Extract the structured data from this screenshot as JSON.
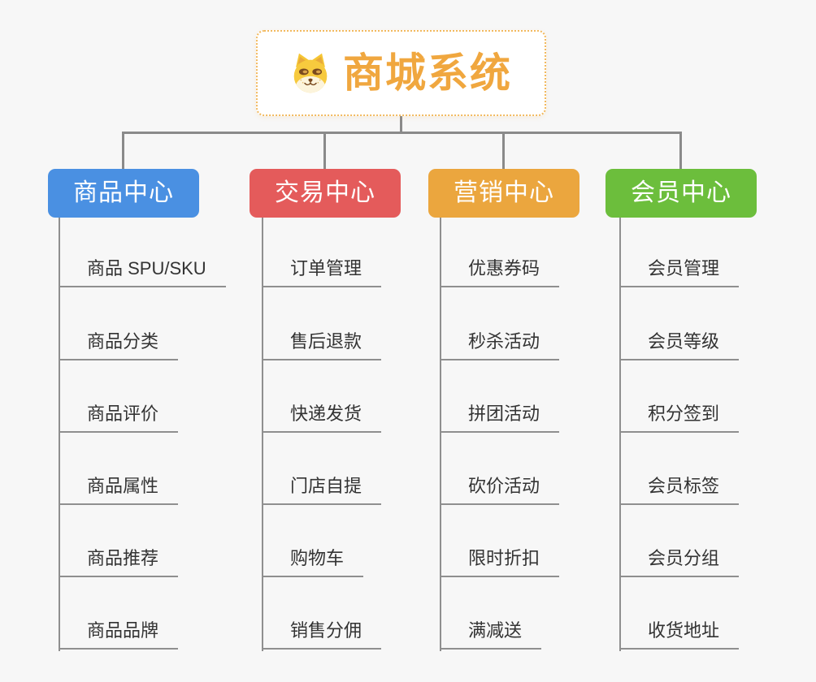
{
  "root": {
    "title": "商城系统",
    "icon": "dog-face-icon",
    "title_color": "#F0A73F",
    "border_color": "#F2B95E"
  },
  "palette": {
    "connector_color": "#8A8A8A",
    "underline_color": "#8F8F8F",
    "leaf_text_color": "#333333",
    "background_color": "#F7F7F7"
  },
  "columns": [
    {
      "id": "product-center",
      "label": "商品中心",
      "color": "#4A90E2",
      "items": [
        "商品 SPU/SKU",
        "商品分类",
        "商品评价",
        "商品属性",
        "商品推荐",
        "商品品牌"
      ]
    },
    {
      "id": "trade-center",
      "label": "交易中心",
      "color": "#E45B5B",
      "items": [
        "订单管理",
        "售后退款",
        "快递发货",
        "门店自提",
        "购物车",
        "销售分佣"
      ]
    },
    {
      "id": "marketing-center",
      "label": "营销中心",
      "color": "#EBA63E",
      "items": [
        "优惠券码",
        "秒杀活动",
        "拼团活动",
        "砍价活动",
        "限时折扣",
        "满减送"
      ]
    },
    {
      "id": "member-center",
      "label": "会员中心",
      "color": "#6CBE3C",
      "items": [
        "会员管理",
        "会员等级",
        "积分签到",
        "会员标签",
        "会员分组",
        "收货地址"
      ]
    }
  ]
}
